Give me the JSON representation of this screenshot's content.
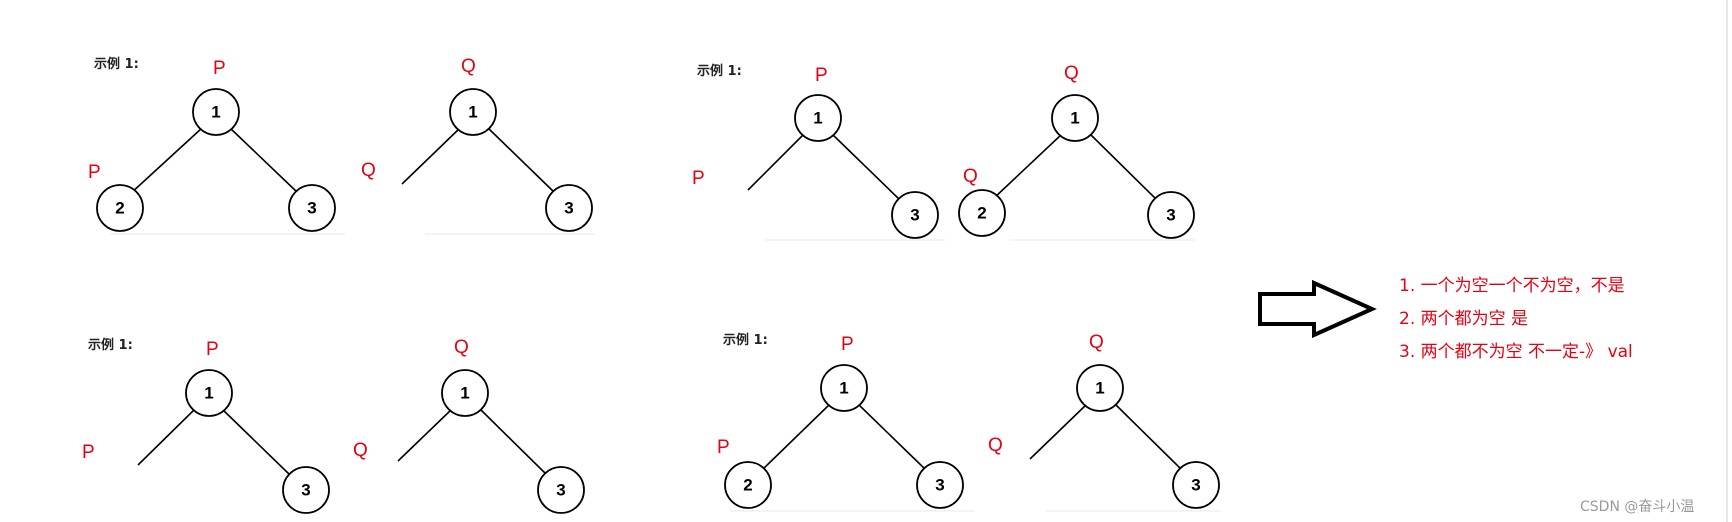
{
  "examples": [
    {
      "title": "示例 1:",
      "trees": [
        {
          "root_label": "P",
          "left_label": "P",
          "root": "1",
          "left": "2",
          "right": "3"
        },
        {
          "root_label": "Q",
          "left_label": "Q",
          "root": "1",
          "left": null,
          "right": "3"
        }
      ]
    },
    {
      "title": "示例 1:",
      "trees": [
        {
          "root_label": "P",
          "left_label": "P",
          "root": "1",
          "left": null,
          "right": "3"
        },
        {
          "root_label": "Q",
          "left_label": "Q",
          "root": "1",
          "left": "2",
          "right": "3"
        }
      ]
    },
    {
      "title": "示例 1:",
      "trees": [
        {
          "root_label": "P",
          "left_label": "P",
          "root": "1",
          "left": null,
          "right": "3"
        },
        {
          "root_label": "Q",
          "left_label": "Q",
          "root": "1",
          "left": null,
          "right": "3"
        }
      ]
    },
    {
      "title": "示例 1:",
      "trees": [
        {
          "root_label": "P",
          "left_label": "P",
          "root": "1",
          "left": "2",
          "right": "3"
        },
        {
          "root_label": "Q",
          "left_label": "Q",
          "root": "1",
          "left": null,
          "right": "3"
        }
      ]
    }
  ],
  "rules": [
    "1. 一个为空一个不为空，不是",
    "2. 两个都为空 是",
    "3. 两个都不为空  不一定-》 val"
  ],
  "colors": {
    "label": "#e60012",
    "node_stroke": "#000000"
  },
  "arrow_icon": "right-arrow-icon",
  "watermark": "CSDN @奋斗小温"
}
